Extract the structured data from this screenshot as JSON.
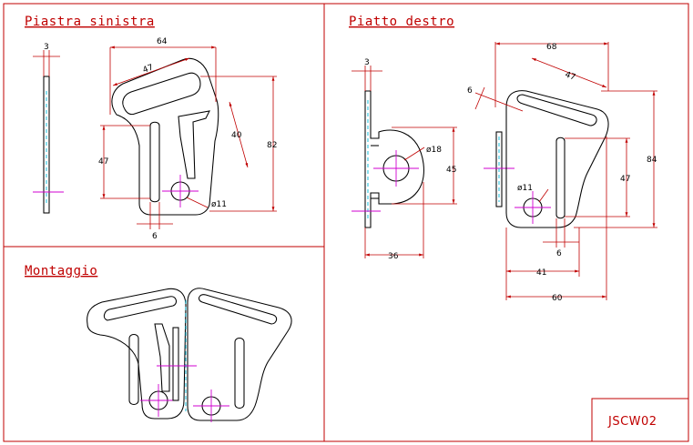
{
  "views": {
    "left_plate": {
      "title": "Piastra sinistra"
    },
    "right_plate": {
      "title": "Piatto destro"
    },
    "assembly": {
      "title": "Montaggio"
    }
  },
  "dimensions": {
    "left_thickness": "3",
    "left_width": "64",
    "left_slot_length": "47",
    "left_side_slot": "47",
    "left_height": "82",
    "left_notch": "40",
    "left_hole": "ø11",
    "left_slot_width": "6",
    "right_thickness": "3",
    "right_width": "68",
    "right_slot_length": "47",
    "right_slot_width": "6",
    "right_height": "84",
    "right_side_slot": "47",
    "right_hole": "ø11",
    "right_hole_offset": "41",
    "right_base": "60",
    "right_gap": "6",
    "edge_hole": "ø18",
    "edge_height": "45",
    "edge_depth": "36"
  },
  "title_block": {
    "code": "JSCW02"
  },
  "colors": {
    "frame": "#c00000",
    "part": "#000000",
    "axis": "#d000d0",
    "hidden": "#00b8d8"
  }
}
